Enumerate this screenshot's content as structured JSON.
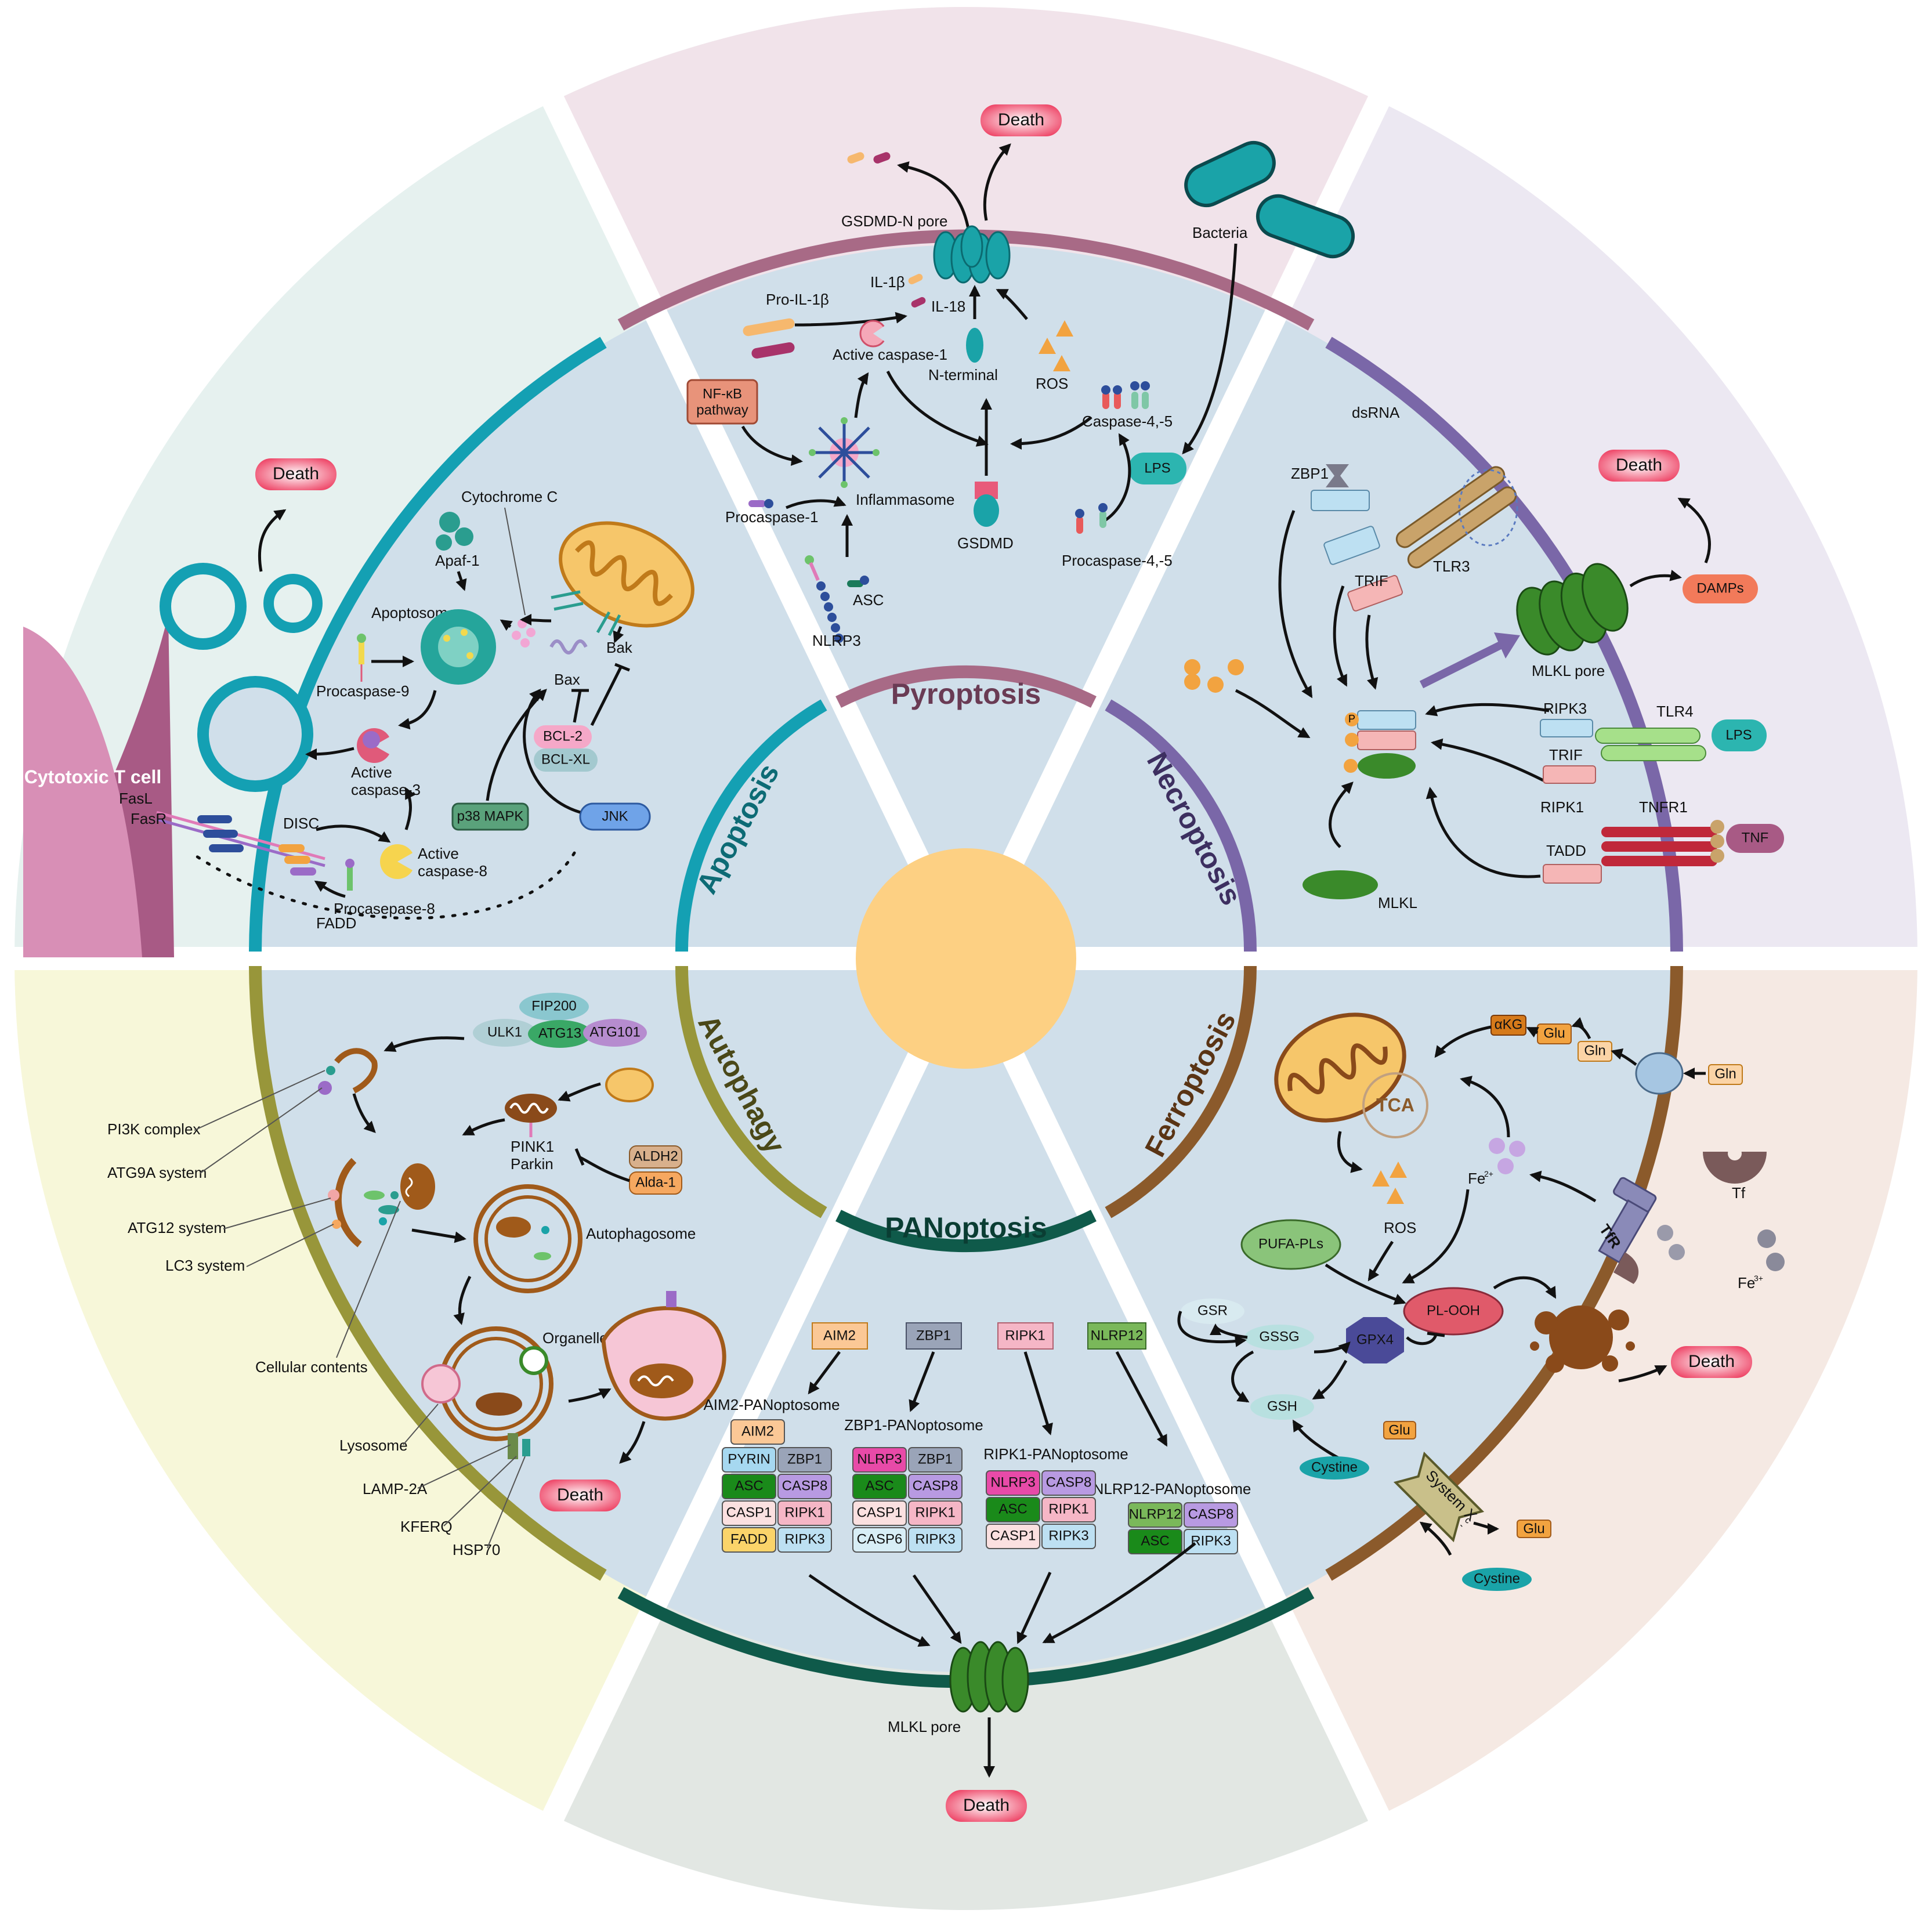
{
  "colors": {
    "apoptosis": "#14a0b3",
    "pyroptosis": "#a86a86",
    "necroptosis": "#7a67a8",
    "autophagy": "#98963a",
    "panoptosis": "#0f5a4a",
    "ferroptosis": "#8b5a2b",
    "cell_fill": "#d0dfea",
    "death_fill": "#f0506a",
    "center": "#fdd083"
  },
  "sections": {
    "apoptosis": {
      "title": "Apoptosis",
      "labels": {
        "death": "Death",
        "cytochrome_c": "Cytochrome C",
        "apaf1": "Apaf-1",
        "apoptosome": "Apoptosome",
        "procaspase9": "Procaspase-9",
        "active_caspase3": "Active caspase-3",
        "bax": "Bax",
        "bak": "Bak",
        "bcl2": "BCL-2",
        "bclxl": "BCL-XL",
        "p38": "p38 MAPK",
        "jnk": "JNK",
        "disc": "DISC",
        "active_caspase8": "Active caspase-8",
        "procaspase8": "Procasepase-8",
        "fadd": "FADD",
        "fasl": "FasL",
        "fasr": "FasR",
        "tcell": "Cytotoxic T cell"
      }
    },
    "pyroptosis": {
      "title": "Pyroptosis",
      "labels": {
        "death": "Death",
        "gsdmd_pore": "GSDMD-N pore",
        "il1b": "IL-1β",
        "il18": "IL-18",
        "pro_il1b": "Pro-IL-1β",
        "active_caspase1": "Active caspase-1",
        "n_terminal": "N-terminal",
        "ros": "ROS",
        "bacteria": "Bacteria",
        "caspase45": "Caspase-4,-5",
        "nfkb": "NF-κB pathway",
        "inflammasome": "Inflammasome",
        "procaspase1": "Procaspase-1",
        "gsdmd": "GSDMD",
        "lps": "LPS",
        "procaspase45": "Procaspase-4,-5",
        "asc": "ASC",
        "nlrp3": "NLRP3"
      }
    },
    "necroptosis": {
      "title": "Necroptosis",
      "labels": {
        "death": "Death",
        "dsrna": "dsRNA",
        "zbp1": "ZBP1",
        "trif": "TRIF",
        "tlr3": "TLR3",
        "mlkl_pore": "MLKL pore",
        "damps": "DAMPs",
        "ripk3": "RIPK3",
        "tlr4": "TLR4",
        "lps": "LPS",
        "trif2": "TRIF",
        "ripk1": "RIPK1",
        "tnfr1": "TNFR1",
        "tadd": "TADD",
        "tnf": "TNF",
        "mlkl": "MLKL",
        "p": "P"
      }
    },
    "autophagy": {
      "title": "Autophagy",
      "labels": {
        "fip200": "FIP200",
        "ulk1": "ULK1",
        "atg13": "ATG13",
        "atg101": "ATG101",
        "pi3k": "PI3K complex",
        "atg9a": "ATG9A system",
        "pink1": "PINK1",
        "parkin": "Parkin",
        "aldh2": "ALDH2",
        "alda1": "Alda-1",
        "atg12": "ATG12 system",
        "lc3": "LC3 system",
        "autophagosome": "Autophagosome",
        "cellular_contents": "Cellular contents",
        "organelles": "Organelles",
        "lysosome": "Lysosome",
        "lamp2a": "LAMP-2A",
        "kferq": "KFERQ",
        "hsp70": "HSP70",
        "death": "Death"
      }
    },
    "panoptosis": {
      "title": "PANoptosis",
      "sensors": [
        "AIM2",
        "ZBP1",
        "RIPK1",
        "NLRP12"
      ],
      "complexes": [
        {
          "name": "AIM2-PANoptosome",
          "top": "AIM2",
          "rows": [
            [
              "PYRIN",
              "ZBP1"
            ],
            [
              "ASC",
              "CASP8"
            ],
            [
              "CASP1",
              "RIPK1"
            ],
            [
              "FADD",
              "RIPK3"
            ]
          ]
        },
        {
          "name": "ZBP1-PANoptosome",
          "rows": [
            [
              "NLRP3",
              "ZBP1"
            ],
            [
              "ASC",
              "CASP8"
            ],
            [
              "CASP1",
              "RIPK1"
            ],
            [
              "CASP6",
              "RIPK3"
            ]
          ]
        },
        {
          "name": "RIPK1-PANoptosome",
          "rows": [
            [
              "NLRP3",
              "CASP8"
            ],
            [
              "ASC",
              "RIPK1"
            ],
            [
              "CASP1",
              "RIPK3"
            ]
          ]
        },
        {
          "name": "NLRP12-PANoptosome",
          "rows": [
            [
              "NLRP12",
              "CASP8"
            ],
            [
              "ASC",
              "RIPK3"
            ]
          ]
        }
      ],
      "labels": {
        "mlkl_pore": "MLKL pore",
        "death": "Death"
      }
    },
    "ferroptosis": {
      "title": "Ferroptosis",
      "labels": {
        "akg": "αKG",
        "glu": "Glu",
        "gln": "Gln",
        "gln2": "Gln",
        "tca": "TCA",
        "ros": "ROS",
        "fe2": "Fe",
        "fe2_sup": "2+",
        "tf": "Tf",
        "tfr": "TfR",
        "fe3": "Fe",
        "fe3_sup": "3+",
        "pufa": "PUFA-PLs",
        "plooh": "PL-OOH",
        "gsr": "GSR",
        "gssg": "GSSG",
        "gpx4": "GPX4",
        "gsh": "GSH",
        "glu2": "Glu",
        "cystine": "Cystine",
        "system": "System X",
        "system_sup": "c",
        "system_sub": "-",
        "glu3": "Glu",
        "cystine2": "Cystine",
        "death": "Death"
      }
    }
  }
}
